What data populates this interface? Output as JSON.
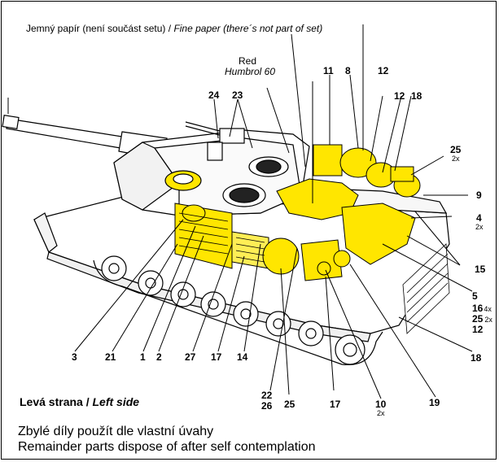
{
  "top_note": {
    "cz": "Jemný papír (není součást setu) /",
    "en": "Fine paper (there´s not part of set)"
  },
  "paint_note": {
    "color": "Red",
    "brand": "Humbrol  60"
  },
  "side_label": {
    "cz": "Levá strana /",
    "en": "Left side"
  },
  "footer": {
    "line1": "Zbylé díly použít dle vlastní úvahy",
    "line2": "Remainder parts dispose of after self contemplation"
  },
  "callouts": {
    "p11": "11",
    "p8": "8",
    "p12a": "12",
    "p12b": "12",
    "p18a": "18",
    "p24": "24",
    "p23": "23",
    "p25a": "25",
    "p25a_mult": "2x",
    "p9": "9",
    "p4": "4",
    "p4_mult": "2x",
    "p15": "15",
    "p5": "5",
    "p16": "16",
    "p16_mult": "4x",
    "p25b": "25",
    "p25b_mult": "2x",
    "p12c": "12",
    "p18b": "18",
    "p19": "19",
    "p10": "10",
    "p10_mult": "2x",
    "p17a": "17",
    "p25c": "25",
    "p22": "22",
    "p26": "26",
    "p17b": "17",
    "p14": "14",
    "p27": "27",
    "p3": "3",
    "p21": "21",
    "p1": "1",
    "p2": "2"
  },
  "colors": {
    "highlight": "#ffe600",
    "line": "#000000",
    "background": "#ffffff"
  }
}
